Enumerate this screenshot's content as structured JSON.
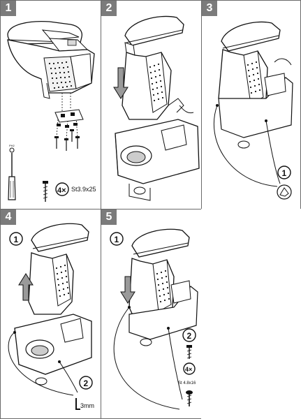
{
  "steps": [
    {
      "number": "1",
      "quantity": "4×",
      "screw_spec": "St3.9x25"
    },
    {
      "number": "2"
    },
    {
      "number": "3",
      "substep": "1"
    },
    {
      "number": "4",
      "substep_a": "1",
      "substep_b": "2",
      "tool_label": "3mm"
    },
    {
      "number": "5",
      "substep_a": "1",
      "substep_b": "2",
      "quantity": "4×",
      "screw_spec": "St 4.8x16"
    }
  ],
  "colors": {
    "badge": "#7b7b7b",
    "border": "#6a6a6a",
    "ink": "#111111"
  }
}
